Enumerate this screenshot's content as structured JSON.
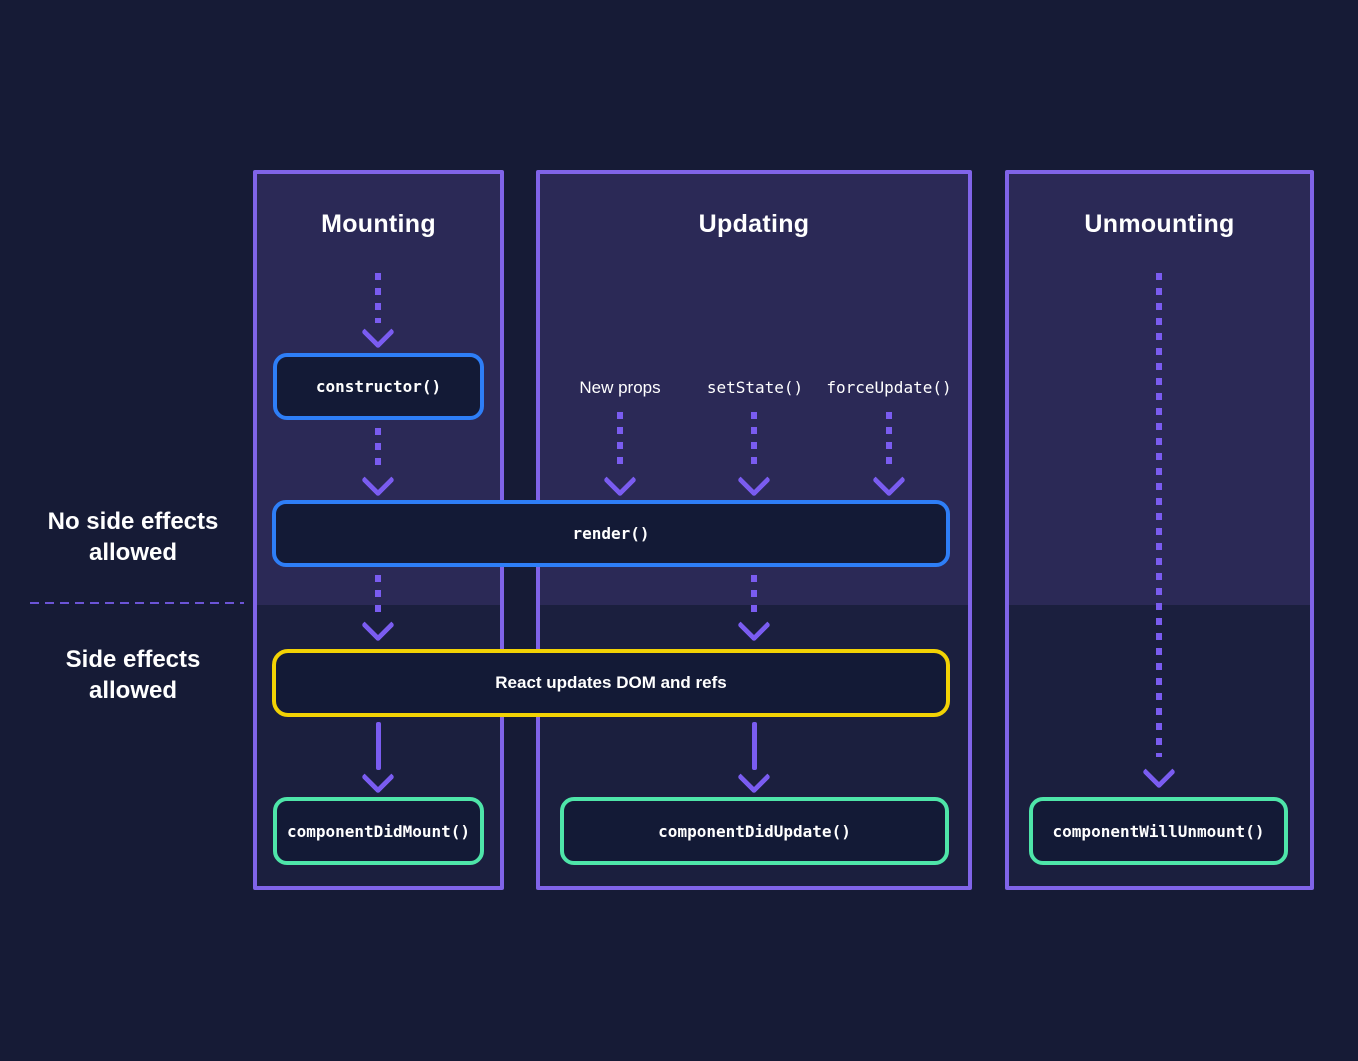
{
  "columns": [
    {
      "title": "Mounting"
    },
    {
      "title": "Updating"
    },
    {
      "title": "Unmounting"
    }
  ],
  "zones": {
    "no_side_effects_line1": "No side effects",
    "no_side_effects_line2": "allowed",
    "side_effects_line1": "Side effects",
    "side_effects_line2": "allowed"
  },
  "boxes": {
    "constructor_box": {
      "label": "constructor()",
      "border": "#2e7ef7"
    },
    "render_box": {
      "label": "render()",
      "border": "#2e7ef7"
    },
    "react_updates_box": {
      "label": "React updates DOM and refs",
      "border": "#f2d204"
    },
    "did_mount_box": {
      "label": "componentDidMount()",
      "border": "#4ee5a9"
    },
    "did_update_box": {
      "label": "componentDidUpdate()",
      "border": "#4ee5a9"
    },
    "will_unmount_box": {
      "label": "componentWillUnmount()",
      "border": "#4ee5a9"
    }
  },
  "updating_triggers": [
    {
      "label": "New props"
    },
    {
      "label": "setState()"
    },
    {
      "label": "forceUpdate()"
    }
  ],
  "colors": {
    "page_background": "#161b36",
    "column_top_background": "#2b2956",
    "column_bottom_background": "#1b1f3e",
    "column_border": "#8064e8",
    "lifecycle_blue": "#2e7ef7",
    "commit_yellow": "#f2d204",
    "effect_green": "#4ee5a9",
    "arrow_purple": "#7a5cf0",
    "divider_purple": "#6b54d6",
    "text": "#ffffff"
  }
}
